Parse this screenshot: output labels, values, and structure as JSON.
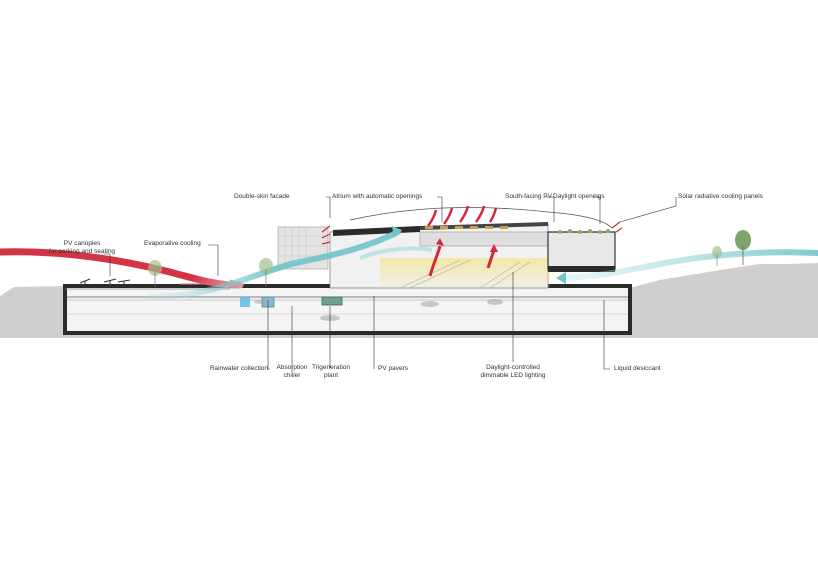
{
  "labels": {
    "pv_canopies": "PV canopies\nfor parking and seating",
    "evaporative_cooling": "Evaporative cooling",
    "double_skin": "Double-skin facade",
    "atrium": "Atrium with automatic openings",
    "south_pv": "South-facing PV",
    "daylight_openings": "Daylight openings",
    "solar_panels": "Solar radiative cooling panels",
    "rainwater": "Rainwater collection",
    "absorption": "Absorption\nchiller",
    "trigeneration": "Trigeneration\nplant",
    "pv_pavers": "PV pavers",
    "led_lighting": "Daylight-controlled\ndimmable LED lighting",
    "liquid_desiccant": "Liquid desiccant"
  },
  "colors": {
    "ground": "#cfcfcf",
    "slab": "#2b2b2b",
    "warm_air": "#d2283c",
    "cool_air": "#6fc4c8",
    "tree": "#7ea56a",
    "leader": "#333333"
  }
}
